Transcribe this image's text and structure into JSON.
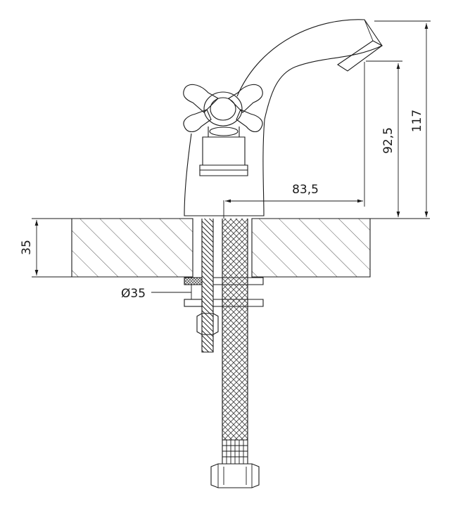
{
  "dimensions": {
    "counter_thickness": "35",
    "hole_diameter": "Ø35",
    "spout_reach": "83,5",
    "spout_outlet_height": "92,5",
    "total_height": "117"
  },
  "colors": {
    "line": "#1a1a1a",
    "background": "#ffffff"
  }
}
